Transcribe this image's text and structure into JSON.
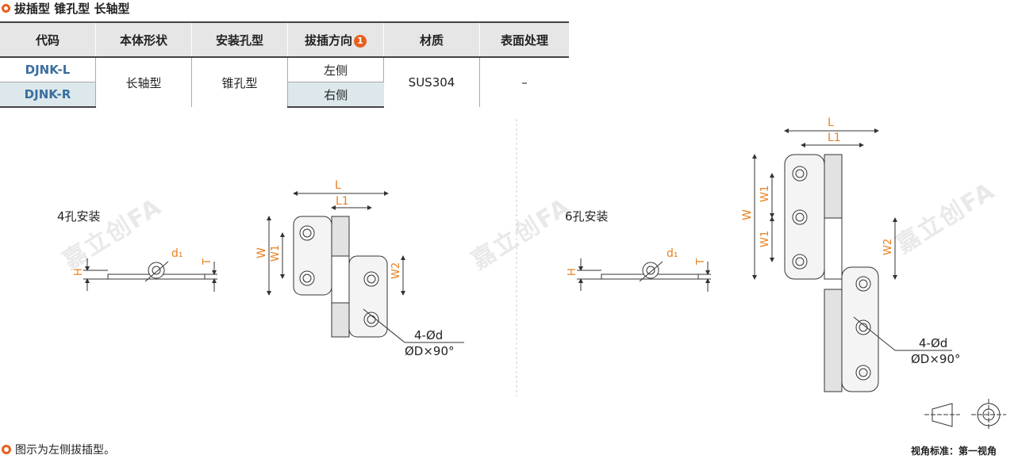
{
  "header": {
    "title": "拔插型 锥孔型 长轴型"
  },
  "table": {
    "columns": [
      "代码",
      "本体形状",
      "安装孔型",
      "拔插方向",
      "材质",
      "表面处理"
    ],
    "badge": "1",
    "rows": [
      {
        "code": "DJNK-L",
        "direction": "左侧"
      },
      {
        "code": "DJNK-R",
        "direction": "右侧"
      }
    ],
    "shape": "长轴型",
    "hole_type": "锥孔型",
    "material": "SUS304",
    "finish": "–"
  },
  "drawing": {
    "left_label": "4孔安装",
    "right_label": "6孔安装",
    "dims": {
      "L": "L",
      "L1": "L1",
      "W": "W",
      "W1": "W1",
      "W2": "W2",
      "H": "H",
      "T": "T",
      "d1": "d1"
    },
    "hole_note_1": "4-Ød",
    "hole_note_2": "ØD×90°",
    "watermark": "嘉立创FA"
  },
  "footer": {
    "note": "图示为左侧拔插型。",
    "projection": "视角标准：第一视角"
  },
  "colors": {
    "accent": "#e8601c",
    "dim": "#e8801c",
    "code": "#3a6e9e",
    "highlight_row": "#dde8ec"
  }
}
